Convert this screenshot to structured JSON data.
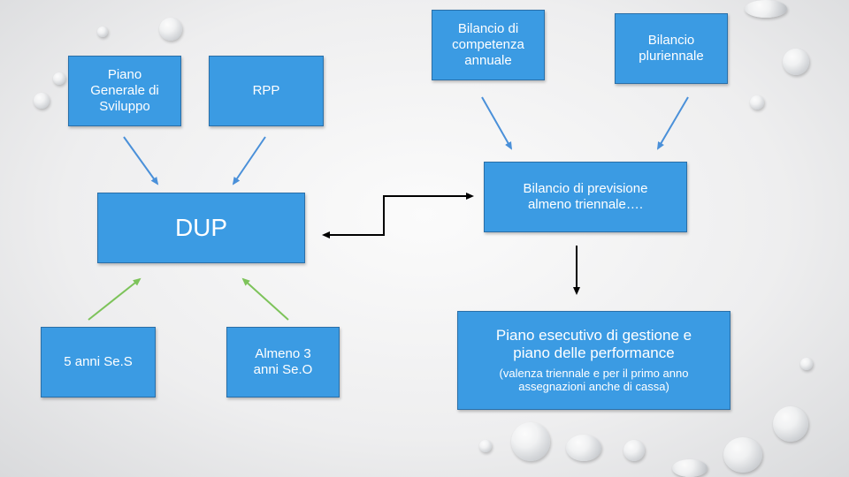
{
  "boxes": {
    "piano_generale": "Piano\nGenerale di\nSviluppo",
    "rpp": "RPP",
    "bilancio_competenza": "Bilancio di\ncompetenza\nannuale",
    "bilancio_pluriennale": "Bilancio\npluriennale",
    "dup": "DUP",
    "bilancio_previsione": "Bilancio di previsione\nalmeno triennale….",
    "ses": "5 anni Se.S",
    "seo": "Almeno 3\nanni Se.O",
    "peg_title": "Piano esecutivo di gestione e\npiano delle performance",
    "peg_note": "(valenza triennale e per il primo anno\nassegnazioni anche di cassa)"
  },
  "colors": {
    "box_fill": "#3b9be3",
    "arrow_blue": "#4a90d9",
    "arrow_green": "#7dc35a",
    "arrow_black": "#000000"
  }
}
